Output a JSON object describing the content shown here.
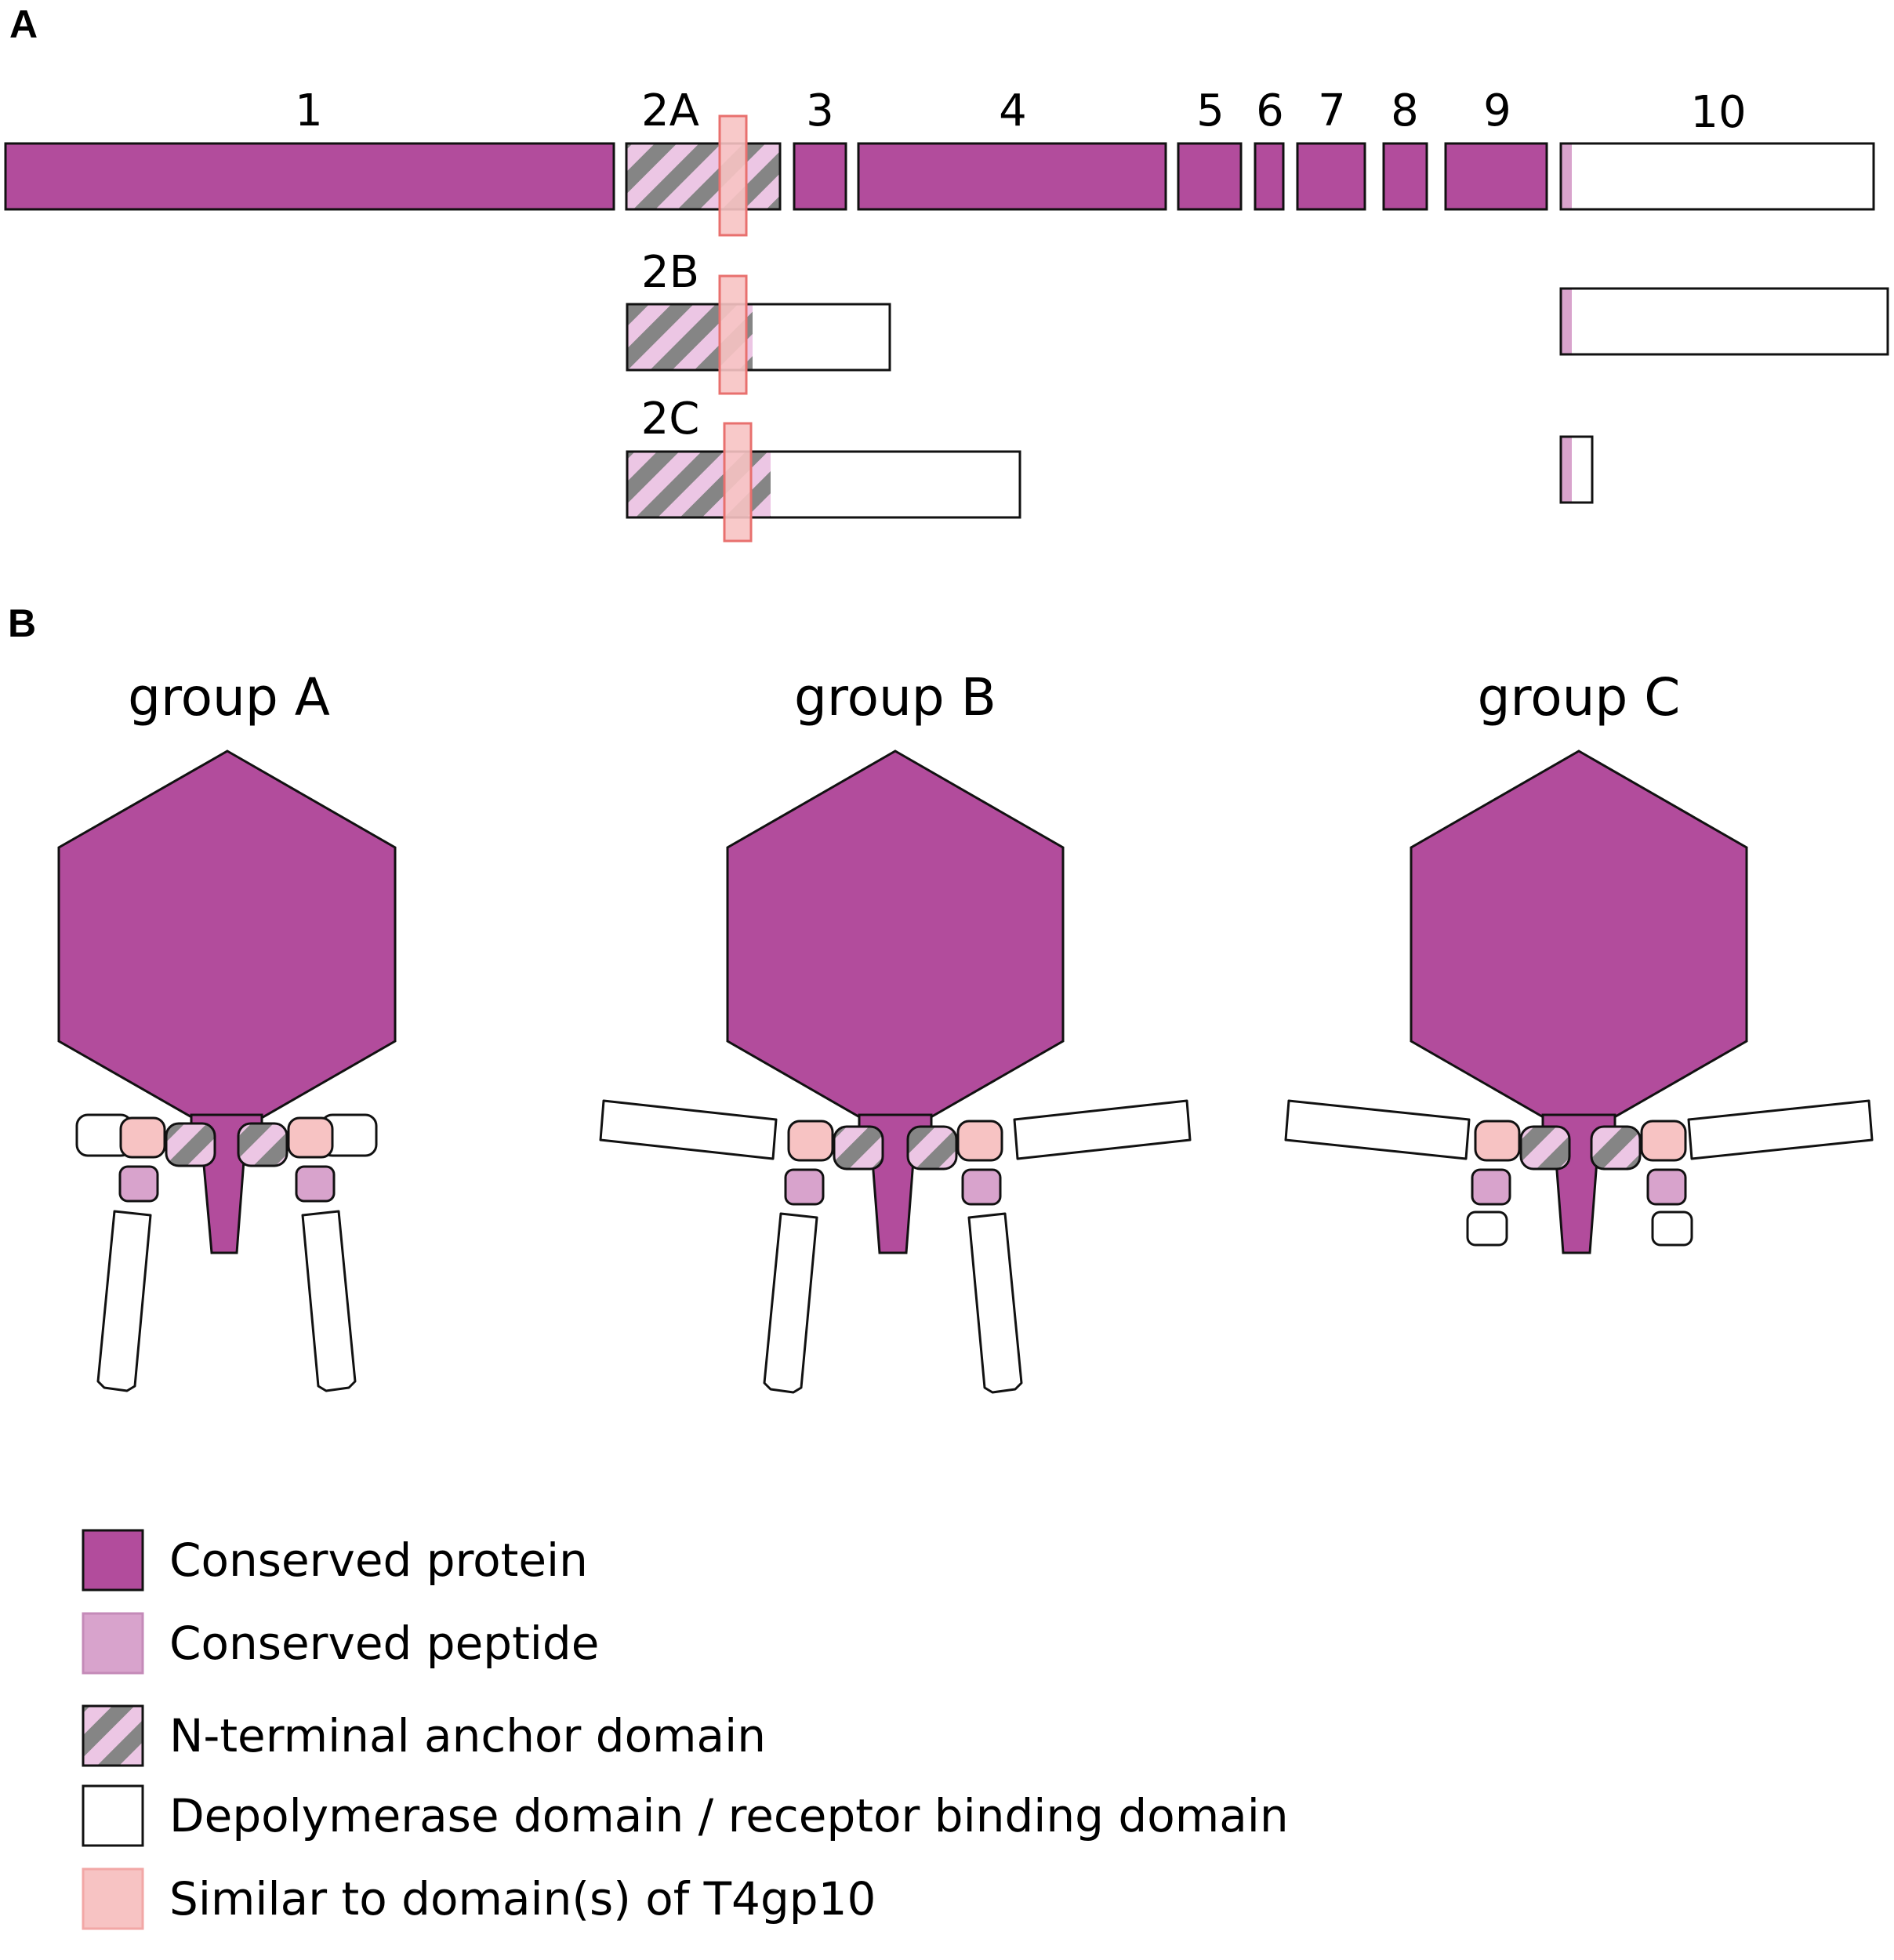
{
  "panels": {
    "a": "A",
    "b": "B"
  },
  "colors": {
    "conserved_protein": "#b24c9c",
    "conserved_peptide": "#d8a3cc",
    "hatch_dark": "#858585",
    "hatch_light": "#ecc6e4",
    "t4gp10_fill": "#f7c3c3",
    "t4gp10_stroke": "#e8706e",
    "depolymerase": "#ffffff"
  },
  "genes": {
    "g1": "1",
    "g2a": "2A",
    "g3": "3",
    "g4": "4",
    "g5": "5",
    "g6": "6",
    "g7": "7",
    "g8": "8",
    "g9": "9",
    "g10": "10",
    "g2b": "2B",
    "g2c": "2C"
  },
  "groups": [
    {
      "title": "group A"
    },
    {
      "title": "group B"
    },
    {
      "title": "group C"
    }
  ],
  "legend": [
    {
      "key": "conserved_protein",
      "label": "Conserved protein",
      "icon": "solid-purple-swatch"
    },
    {
      "key": "conserved_peptide",
      "label": "Conserved peptide",
      "icon": "light-purple-swatch"
    },
    {
      "key": "anchor",
      "label": "N-terminal anchor domain",
      "icon": "hatched-swatch"
    },
    {
      "key": "depolymerase",
      "label": "Depolymerase domain / receptor binding domain",
      "icon": "white-swatch"
    },
    {
      "key": "t4gp10",
      "label": "Similar to domain(s) of T4gp10",
      "icon": "pink-swatch"
    }
  ]
}
